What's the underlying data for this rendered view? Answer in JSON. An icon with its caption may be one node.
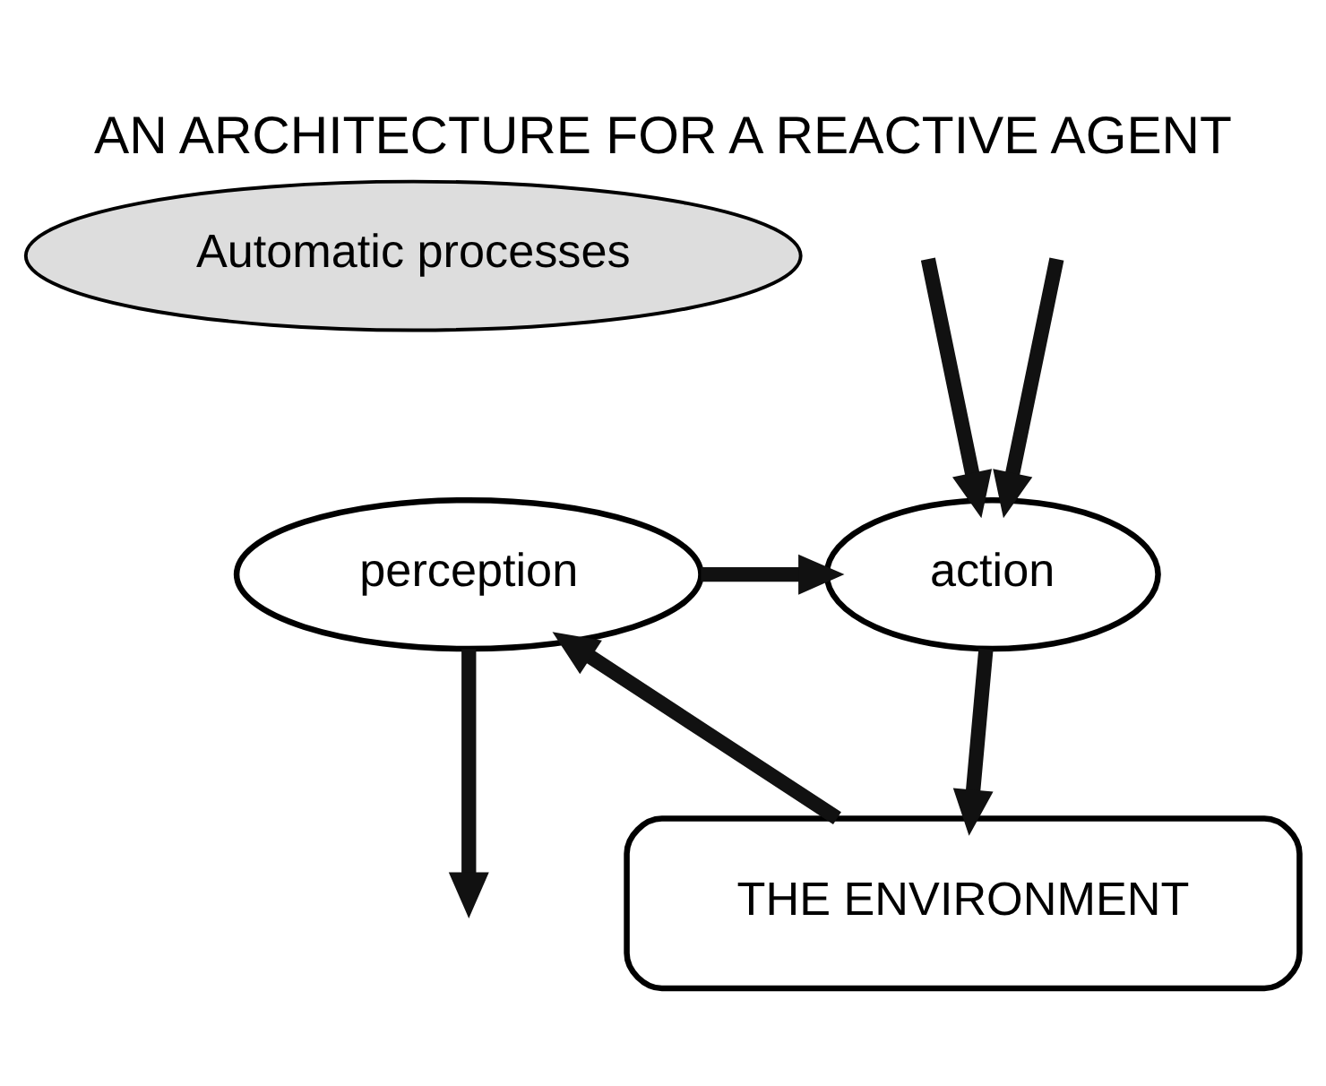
{
  "diagram": {
    "title": "AN ARCHITECTURE FOR A REACTIVE AGENT",
    "nodes": [
      {
        "text": [
          "Automatic processes"
        ]
      },
      {
        "text": [
          "perception"
        ]
      },
      {
        "text": [
          "action"
        ]
      },
      {
        "text": [
          "THE ENVIRONMENT"
        ]
      }
    ],
    "edges": [
      {
        "from": 1,
        "to": null,
        "arrow": "to"
      },
      {
        "from": null,
        "to": 2,
        "arrow": "to"
      },
      {
        "from": null,
        "to": 2,
        "arrow": "to"
      },
      {
        "from": 1,
        "to": 2,
        "arrow": "to"
      },
      {
        "from": 3,
        "to": 1,
        "arrow": "to"
      },
      {
        "from": 2,
        "to": 3,
        "arrow": "to"
      }
    ]
  }
}
